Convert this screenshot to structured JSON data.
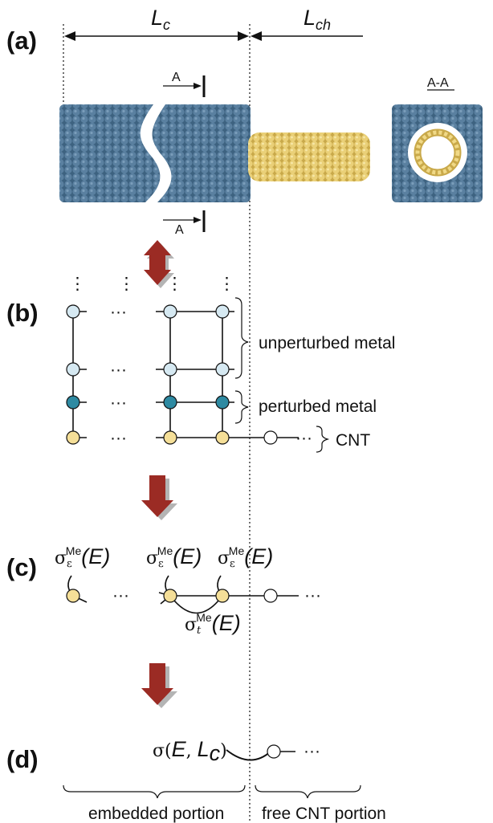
{
  "panels": {
    "a": "(a)",
    "b": "(b)",
    "c": "(c)",
    "d": "(d)"
  },
  "dimensions": {
    "contact_length": "L",
    "contact_length_sub": "c",
    "channel_length": "L",
    "channel_length_sub": "ch"
  },
  "section": {
    "cut_label_top": "A",
    "cut_label_bottom": "A",
    "view_title": "A-A"
  },
  "panel_b": {
    "unperturbed_label": "unperturbed metal",
    "perturbed_label": "perturbed metal",
    "cnt_label": "CNT",
    "ellipsis": "···",
    "vdots": "⋮"
  },
  "panel_c": {
    "sigma": "σ",
    "eps_sub": "ε",
    "t_sub": "t",
    "sup": "Me",
    "arg": "(E)",
    "ellipsis": "···"
  },
  "panel_d": {
    "sigma_prefix": "σ(",
    "sigma_E": "E",
    "sigma_sep": ", ",
    "sigma_L": "L",
    "sigma_Lsub": "c",
    "sigma_close": ")",
    "ellipsis": "···"
  },
  "bottom": {
    "embedded": "embedded portion",
    "free": "free CNT portion"
  },
  "colors": {
    "metal_atom": "#4d7391",
    "cnt_atom": "#e3c86a",
    "unperturbed_node": "#d6e9f2",
    "perturbed_node": "#2e8aa2",
    "cnt_node": "#f5df98",
    "arrow": "#9b2b24",
    "arrow_shadow": "#b4b4b4"
  }
}
